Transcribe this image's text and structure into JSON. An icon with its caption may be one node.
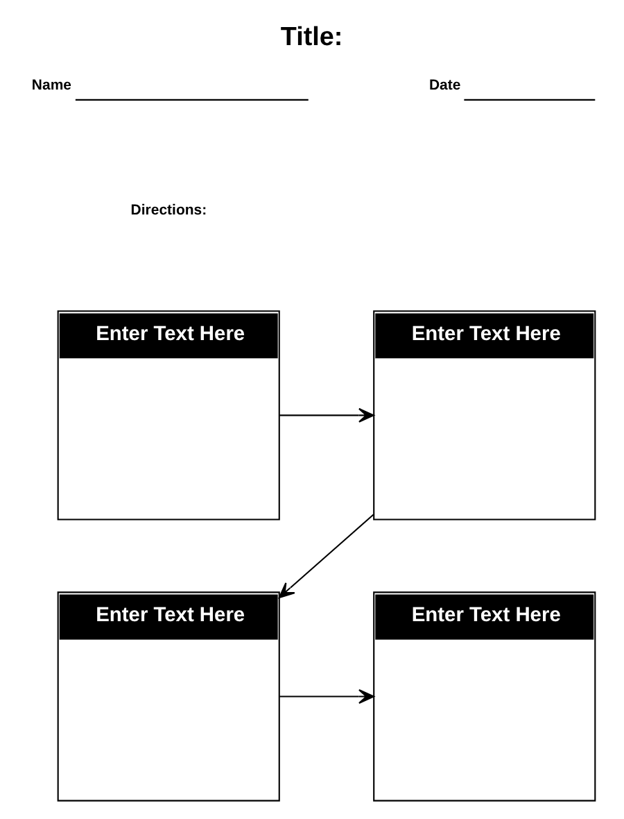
{
  "diagram": {
    "title": "Title:",
    "nodes": [
      {
        "text": [
          "Enter Text Here"
        ]
      },
      {
        "text": [
          "Enter Text Here"
        ]
      },
      {
        "text": [
          "Enter Text Here"
        ]
      },
      {
        "text": [
          "Enter Text Here"
        ]
      }
    ],
    "edges": [
      {
        "from": 0,
        "to": 1,
        "arrow": "to"
      },
      {
        "from": 1,
        "to": 2,
        "arrow": "to"
      },
      {
        "from": 2,
        "to": 3,
        "arrow": "to"
      }
    ],
    "labels": [
      "Name",
      "Date",
      "Directions:"
    ]
  }
}
